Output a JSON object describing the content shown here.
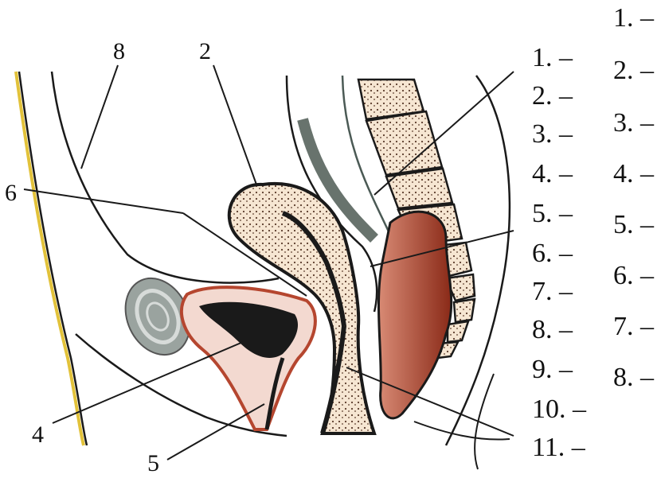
{
  "figure": {
    "numbers": {
      "n8": "8",
      "n2": "2",
      "n6": "6",
      "n4": "4",
      "n5": "5"
    },
    "legend_mid": [
      "1. –",
      "2. –",
      "3. –",
      "4. –",
      "5. –",
      "6. –",
      "7. –",
      "8. –",
      "9. –",
      "10. –",
      "11. –"
    ],
    "legend_right": [
      "1. –",
      "2. –",
      "3. –",
      "4. –",
      "5. –",
      "6. –",
      "7. –",
      "8. –"
    ],
    "colors": {
      "outline": "#1a1a1a",
      "flesh": "#f7e3d6",
      "red": "#b5462f",
      "gray": "#6d7773",
      "yellow": "#e2c23a",
      "dots": "#5a3a2a"
    }
  }
}
